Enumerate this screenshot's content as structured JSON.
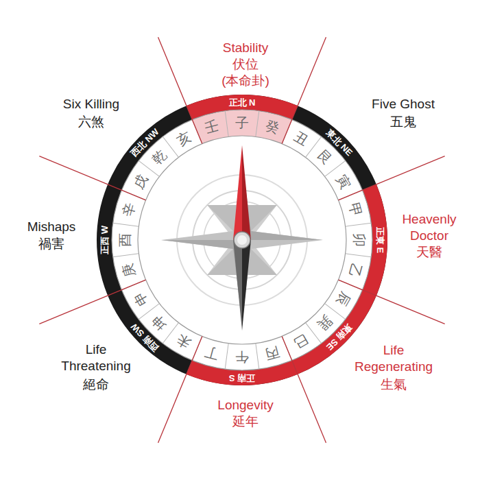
{
  "diagram": {
    "nodes": [
      {
        "text": [
          "正北 N"
        ]
      },
      {
        "text": [
          "東北 NE"
        ]
      },
      {
        "text": [
          "正東 E"
        ]
      },
      {
        "text": [
          "東南 SE"
        ]
      },
      {
        "text": [
          "正南 S"
        ]
      },
      {
        "text": [
          "西南 SW"
        ]
      },
      {
        "text": [
          "正西 W"
        ]
      },
      {
        "text": [
          "西北 NW"
        ]
      }
    ],
    "labels": [
      "Stability",
      "伏位",
      "(本命卦)",
      "Five Ghost",
      "五鬼",
      "Heavenly Doctor",
      "天醫",
      "Life Regenerating",
      "生氣",
      "Longevity",
      "延年",
      "Life Threatening",
      "絕命",
      "Mishaps",
      "禍害",
      "Six Killing",
      "六煞",
      "壬",
      "子",
      "癸",
      "丑",
      "艮",
      "寅",
      "甲",
      "卯",
      "乙",
      "辰",
      "巽",
      "巳",
      "丙",
      "午",
      "丁",
      "未",
      "坤",
      "申",
      "庚",
      "酉",
      "辛",
      "戌",
      "乾",
      "亥"
    ]
  }
}
